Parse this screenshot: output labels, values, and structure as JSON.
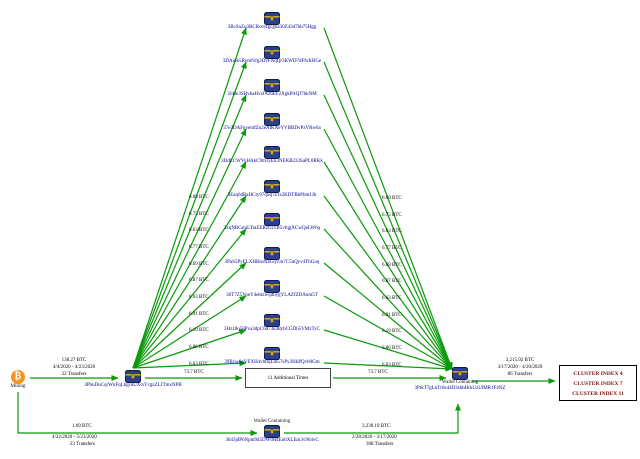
{
  "diagram": {
    "mining": {
      "label": "Mining"
    },
    "hub_wallet": {
      "address": "3PbnDuCqrWnFqLbgcaUXrsYcgzZLJTmxNPB"
    },
    "destination_wallet": {
      "label": "Wallet Containing",
      "address": "3PtkT7gLnTr6e44D3sbhHrkUzUlMR1F4NZ"
    },
    "bottom_wallet": {
      "label": "Wallet Containing",
      "address": "3643jdP6Npm945DWtM4EobXLEm3v964vC"
    },
    "additional_times_box": {
      "label": "11 Additional Times"
    },
    "cluster_box": {
      "line1": "CLUSTER INDEX 4",
      "line2": "CLUSTER INDEX 7",
      "line3": "CLUSTER INDEX 11"
    }
  },
  "intermediate_wallets": [
    {
      "address": "3BcSnZq3BCRcer4gcgna30Z43d7bb75Hgg",
      "in_amount": "6.69 BTC",
      "out_amount": "6.69 BTC"
    },
    {
      "address": "3DAiok5RvmNJg2DvFNqQr3KWD7dFfxKBGe",
      "in_amount": "6.75 BTC",
      "out_amount": "6.75 BTC"
    },
    {
      "address": "3J4Je3SHvbaHvsJAz6EF2XgkPrtQJ7bkNM",
      "in_amount": "6.63 BTC",
      "out_amount": "6.63 BTC"
    },
    {
      "address": "37e3DAFgvemfZn2eAtKAeYVBBDvPzVRw6a",
      "in_amount": "6.77 BTC",
      "out_amount": "6.77 BTC"
    },
    {
      "address": "3DdLCWVyHAkC9m3yEn3NEKB233SaPL0RKk",
      "in_amount": "6.69 BTC",
      "out_amount": "6.69 BTC"
    },
    {
      "address": "3Eaq6dBaHCty97qSq7z1z2KDTBbPbm1Jb",
      "in_amount": "6.87 BTC",
      "out_amount": "6.87 BTC"
    },
    {
      "address": "3xqNBGmiLTtaEERztccvB5vfqgXCwQeLW6q",
      "in_amount": "6.63 BTC",
      "out_amount": "6.63 BTC"
    },
    {
      "address": "3PaS5PyELXHBhsNaGqVm7C5nQyv4ThGnq",
      "in_amount": "6.91 BTC",
      "out_amount": "6.91 BTC"
    },
    {
      "address": "36T7Z5YoeY4ebtzwqd6ygYLAZfZDAum5T",
      "in_amount": "6.19 BTC",
      "out_amount": "6.19 BTC"
    },
    {
      "address": "3Hz18q58Pva3dpC6d73k48ybCGDh5VMzTyC",
      "in_amount": "6.86 BTC",
      "out_amount": "6.86 BTC"
    },
    {
      "address": "39B1w6gVEXH4vbttqLm57sPy3HkPQvb0Gm",
      "in_amount": "6.63 BTC",
      "out_amount": "6.63 BTC"
    }
  ],
  "edges": {
    "mining_to_hub": {
      "amount": "138.27 BTC",
      "date_range": "4/4/2020 - 4/23/2020",
      "transfers": "22 Transfers"
    },
    "hub_to_box": {
      "amount": "73.7 BTC"
    },
    "box_to_destination": {
      "amount": "73.7 BTC"
    },
    "destination_to_cluster": {
      "amount": "3,215.92 BTC",
      "date_range": "3/17/2020 - 4/20/2020",
      "transfers": "86 Transfers"
    },
    "mining_to_bottom": {
      "amount": "1.69 BTC",
      "date_range": "4/22/2020 - 5/23/2020",
      "transfers": "23 Transfers"
    },
    "bottom_to_destination": {
      "amount": "3,230.19 BTC",
      "date_range": "2/28/2020 - 3/17/2020",
      "transfers": "308 Transfers"
    }
  },
  "colors": {
    "edge": "#0a9a0a",
    "address": "#00008b",
    "cluster-text": "#7a0c0c"
  }
}
